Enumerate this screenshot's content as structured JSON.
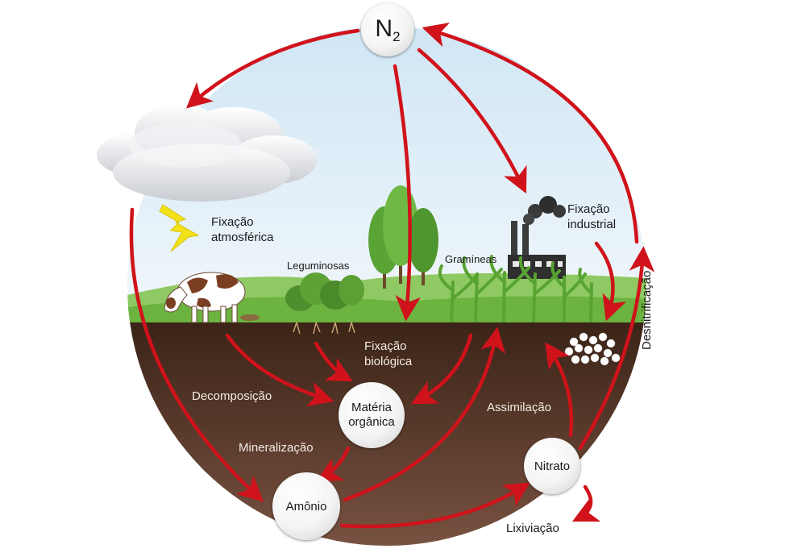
{
  "nodes": {
    "n2": {
      "base": "N",
      "sub": "2"
    },
    "materia_organica": {
      "line1": "Matéria",
      "line2": "orgânica"
    },
    "amonio": "Amônio",
    "nitrato": "Nitrato"
  },
  "labels": {
    "fixacao_atmosferica": {
      "line1": "Fixação",
      "line2": "atmosférica"
    },
    "fixacao_industrial": {
      "line1": "Fixação",
      "line2": "industrial"
    },
    "fixacao_biologica": {
      "line1": "Fixação",
      "line2": "biológica"
    },
    "leguminosas": "Leguminosas",
    "gramineas": "Gramíneas",
    "decomposicao": "Decomposição",
    "mineralizacao": "Mineralização",
    "assimilacao": "Assimilação",
    "lixiviacao": "Lixiviação",
    "desnitrificacao": "Desnitrificação"
  },
  "colors": {
    "arrow": "#d0121b",
    "sky_top": "#cfe6f5",
    "sky_bottom": "#f2f7fb",
    "grass": "#6cb33f",
    "soil_top": "#3b2417",
    "soil_bottom": "#7b5443",
    "lightning": "#f3e21a"
  }
}
